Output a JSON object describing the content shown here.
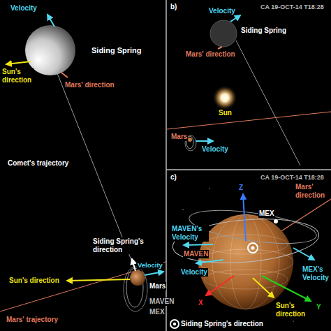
{
  "diagram": {
    "labels": [
      "Velocity",
      "Siding Spring",
      "Sun's direction",
      "Mars' direction",
      "Comet's trajectory",
      "Siding Spring's direction",
      "Sun's direction",
      "Velocity",
      "Mars",
      "MAVEN",
      "MEX",
      "Mars' trajectory",
      "b)",
      "CA 19-OCT-14 T18:28",
      "Velocity",
      "Siding Spring",
      "Mars' direction",
      "Sun",
      "Mars",
      "Velocity",
      "c)",
      "CA 19-OCT-14 T18:28",
      "Z",
      "Mars' direction",
      "MEX",
      "MAVEN's Velocity",
      "MEX's Velocity",
      "MAVEN",
      "Velocity",
      "X",
      "Y",
      "Sun's direction",
      "Siding Spring's direction"
    ]
  }
}
